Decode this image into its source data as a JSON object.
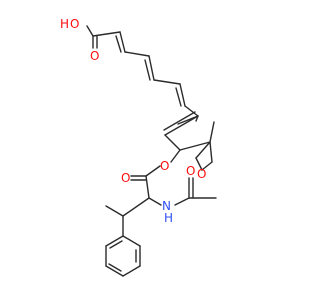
{
  "molecule": {
    "atoms": {
      "oh": "O",
      "h": "H",
      "o_carbonyl_acid": "O",
      "o_epoxide": "O",
      "o_ester": "O",
      "o_carbonyl_ester": "O",
      "nh": "N",
      "nh_h": "H",
      "o_amide": "O"
    },
    "colors": {
      "bond": "#2b2b2b",
      "oxygen": "#ff0d0d",
      "nitrogen": "#3050f8"
    }
  }
}
